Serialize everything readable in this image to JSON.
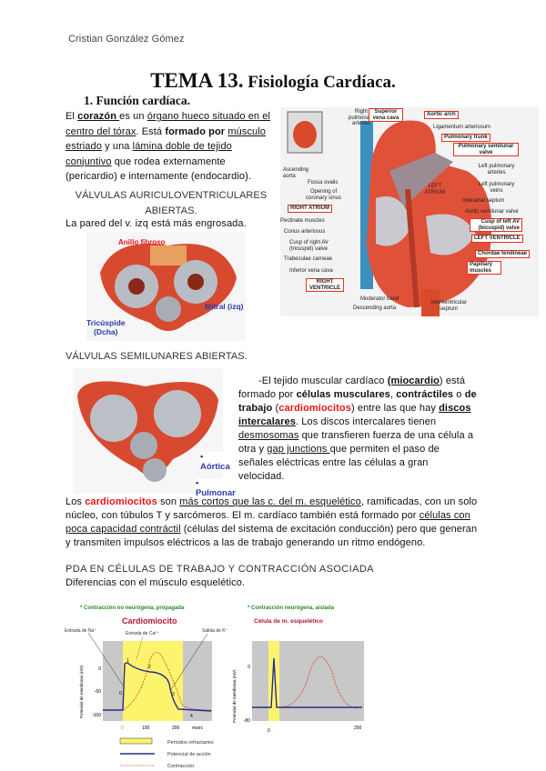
{
  "header": {
    "author": "Cristian González Gómez"
  },
  "title": {
    "number": "TEMA 13.",
    "text": "Fisiología Cardíaca."
  },
  "section1": {
    "heading": "1.  Función cardíaca.",
    "p1": [
      "El ",
      "corazón ",
      "es un ",
      "órgano hueco situado en el centro del tórax",
      ". Está ",
      "formado por ",
      "músculo estriado",
      " y una ",
      "lámina doble de tejido conjuntivo",
      " que rodea externamente (pericardio) e internamente (endocardio)."
    ],
    "av_heading": "VÁLVULAS AURICULOVENTRICULARES ABIERTAS.",
    "av_note": "La pared del v. izq está más engrosada.",
    "sl_heading": "VÁLVULAS SEMILUNARES ABIERTAS.",
    "p2": [
      "-El tejido muscular cardíaco ",
      "(miocardio",
      ") está formado por ",
      "células musculares",
      ", ",
      "contráctiles",
      " o ",
      "de trabajo",
      " (",
      "cardiomiocitos",
      ") entre las que hay ",
      "discos intercalares",
      ". Los discos intercalares tienen ",
      "desmosomas",
      " que transfieren fuerza de una célula a otra y ",
      "gap junctions ",
      "que permiten el paso de señales eléctricas entre las células a gran velocidad."
    ],
    "p3": [
      "Los ",
      "cardiomiocitos",
      " son ",
      "más cortos que las c. del m. esquelético",
      ", ramificadas, con un solo núcleo, con túbulos T y sarcómeros. El m. cardíaco también está formado por ",
      "células con poca capacidad contráctil",
      " (células del sistema de excitación conducción) pero que generan y transmiten impulsos eléctricos a las de trabajo generando un ritmo endógeno."
    ],
    "pda_heading": "PDA EN CÉLULAS DE TRABAJO Y CONTRACCIÓN ASOCIADA",
    "pda_sub": "Diferencias con el músculo esquelético."
  },
  "heart": {
    "labels": [
      "Right pulmonary arteries",
      "Ascending aorta",
      "Fossa ovalis",
      "Opening of coronary sinus",
      "RIGHT ATRIUM",
      "Pectinate muscles",
      "Conus arteriosus",
      "Cusp of right AV (tricuspid) valve",
      "Trabeculae carneae",
      "Inferior vena cava",
      "RIGHT VENTRICLE",
      "Moderator band",
      "Descending aorta",
      "Superior vena cava",
      "Aortic arch",
      "Ligamentum arteriosum",
      "Pulmonary trunk",
      "Pulmonary semilunar valve",
      "Left pulmonary arteries",
      "Left pulmonary veins",
      "LEFT ATRIUM",
      "Interatrial septum",
      "Aortic semilunar valve",
      "Cusp of left AV (bicuspid) valve",
      "LEFT VENTRICLE",
      "Chordae tendineae",
      "Papillary muscles",
      "Interventricular septum"
    ]
  },
  "av_valves": {
    "anillo": "Anillo fibroso",
    "mitral": "Mitral (izq)",
    "tricuspide": "Tricúspide",
    "dcha": "(Dcha)"
  },
  "sl_valves": {
    "aortica": "• Aórtica",
    "pulmonar": "• Pulmonar"
  },
  "figure": {
    "left_note": "* Contracción no neurógena, propagada",
    "right_note": "* Contracción neurógena, aislada",
    "left_title": "Cardiomiocito",
    "right_title": "Célula de m. esquelético",
    "na": "Entrada de Na⁺",
    "ca": "Entrada de Ca²⁺",
    "k": "Salida de K⁺",
    "ylabel_left": "Potencial de membrana (mV)",
    "ylabel_right": "Potencial de membrana (mV)",
    "left_yticks": [
      "0",
      "-50",
      "-100"
    ],
    "left_xticks": [
      "0",
      "100",
      "200",
      "msec"
    ],
    "right_yticks": [
      "0",
      "-80"
    ],
    "right_xticks": [
      "0",
      "200"
    ],
    "phases": [
      "0",
      "1",
      "2",
      "3",
      "4"
    ],
    "legend": [
      "Periodos refractarios",
      "Potencial de acción",
      "Contracción"
    ],
    "colors": {
      "refractory": "#fdf46e",
      "action_potential": "#2a2a8c",
      "contraction": "#e24a3a",
      "background": "#c8c8c8"
    }
  }
}
